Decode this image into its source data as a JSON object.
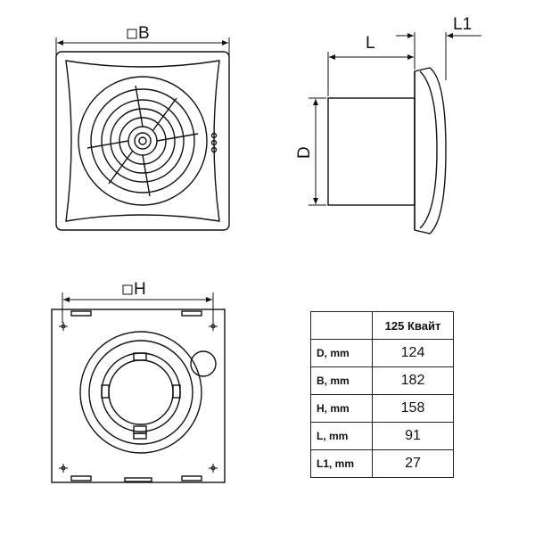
{
  "drawing": {
    "label_b": "B",
    "label_l": "L",
    "label_l1": "L1",
    "label_d": "D",
    "label_h": "H"
  },
  "table": {
    "header": "125 Квайт",
    "rows": [
      {
        "label": "D, mm",
        "value": "124"
      },
      {
        "label": "B, mm",
        "value": "182"
      },
      {
        "label": "H, mm",
        "value": "158"
      },
      {
        "label": "L, mm",
        "value": "91"
      },
      {
        "label": "L1, mm",
        "value": "27"
      }
    ]
  }
}
